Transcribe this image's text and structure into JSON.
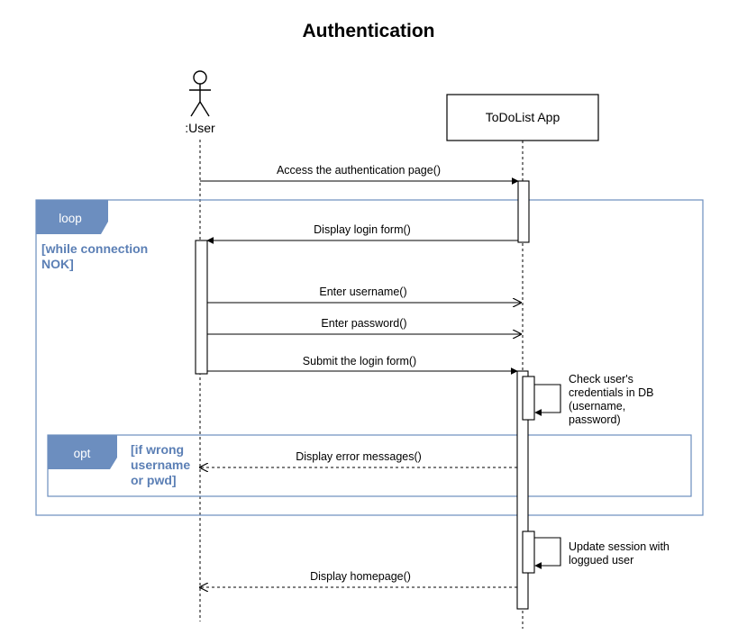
{
  "title": "Authentication",
  "participants": {
    "user": ":User",
    "app": "ToDoList App"
  },
  "messages": {
    "m1": "Access the authentication page()",
    "m2": "Display login form()",
    "m3": "Enter username()",
    "m4": "Enter password()",
    "m5": "Submit the login form()",
    "m6": "Display error messages()",
    "m7": "Display homepage()"
  },
  "self_calls": {
    "check": [
      "Check user's",
      "credentials in DB",
      "(username,",
      "password)"
    ],
    "update": [
      "Update session with",
      "loggued user"
    ]
  },
  "fragments": {
    "loop": {
      "label": "loop",
      "guard": [
        "[while connection",
        "NOK]"
      ]
    },
    "opt": {
      "label": "opt",
      "guard": [
        "[if wrong",
        "username",
        "or pwd]"
      ]
    }
  },
  "colors": {
    "frame_border": "#6c8ebf",
    "frame_label_bg": "#6c8ebf",
    "guard_text": "#5b7fb5",
    "line": "#000000"
  }
}
